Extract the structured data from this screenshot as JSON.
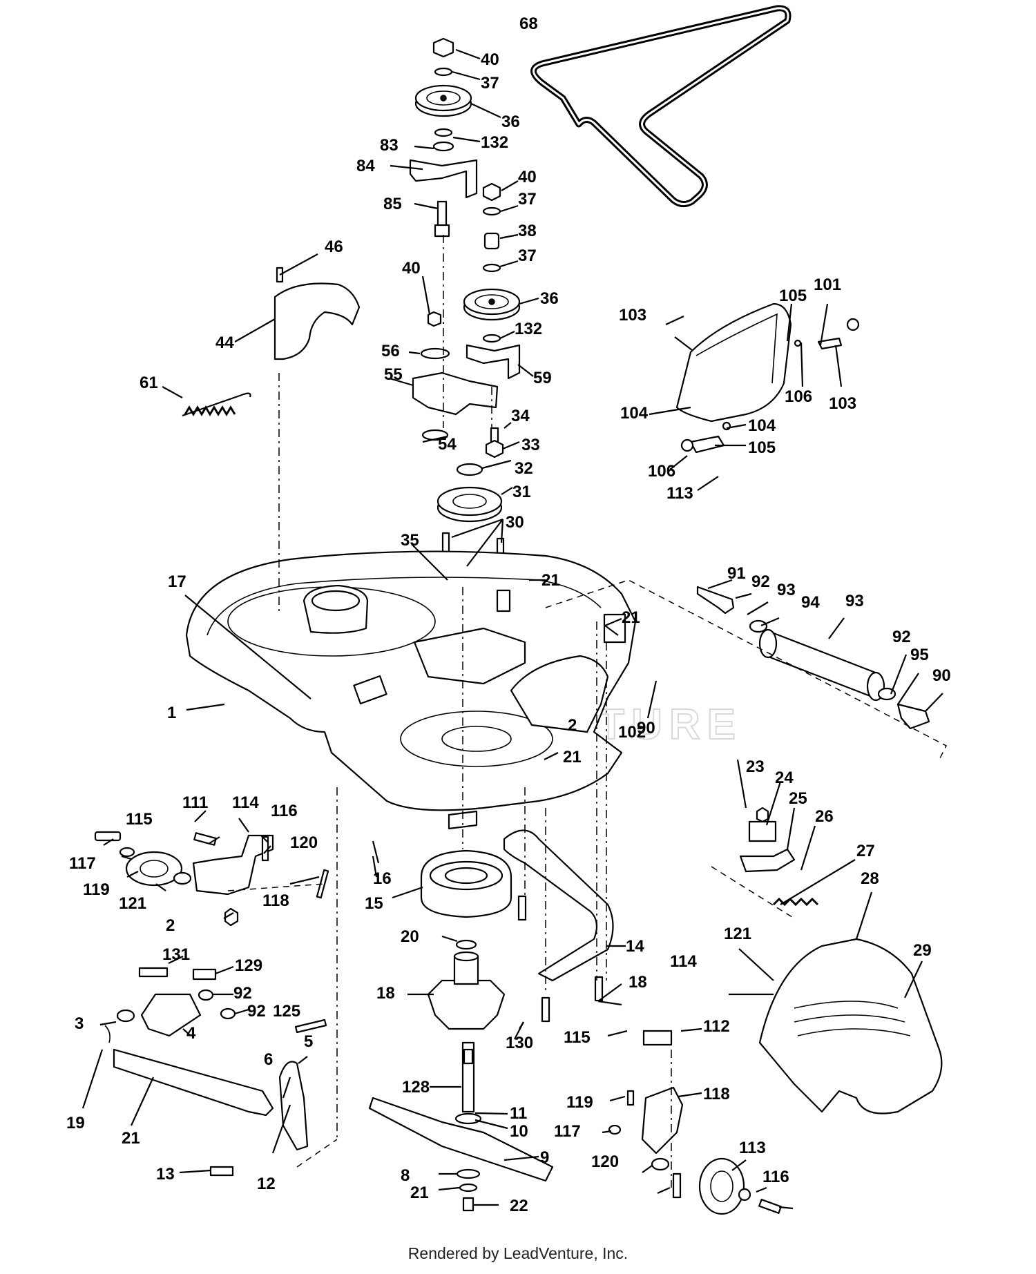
{
  "watermark": "LEADVENTURE",
  "footer": {
    "text": "Rendered by LeadVenture, Inc."
  },
  "callouts": [
    "68",
    "40",
    "37",
    "36",
    "83",
    "132",
    "84",
    "40",
    "37",
    "85",
    "38",
    "37",
    "46",
    "40",
    "36",
    "44",
    "132",
    "56",
    "59",
    "55",
    "61",
    "34",
    "54",
    "33",
    "32",
    "31",
    "30",
    "35",
    "17",
    "21",
    "21",
    "1",
    "2",
    "21",
    "90",
    "91",
    "92",
    "93",
    "94",
    "93",
    "92",
    "95",
    "90",
    "102",
    "103",
    "105",
    "101",
    "104",
    "106",
    "103",
    "104",
    "105",
    "106",
    "113",
    "111",
    "114",
    "116",
    "115",
    "120",
    "117",
    "119",
    "121",
    "118",
    "2",
    "16",
    "15",
    "20",
    "14",
    "18",
    "18",
    "130",
    "131",
    "129",
    "92",
    "92",
    "3",
    "125",
    "4",
    "5",
    "6",
    "19",
    "21",
    "13",
    "12",
    "128",
    "11",
    "10",
    "9",
    "8",
    "21",
    "22",
    "23",
    "24",
    "25",
    "26",
    "27",
    "28",
    "29",
    "121",
    "114",
    "112",
    "115",
    "118",
    "119",
    "117",
    "120",
    "113",
    "116"
  ]
}
